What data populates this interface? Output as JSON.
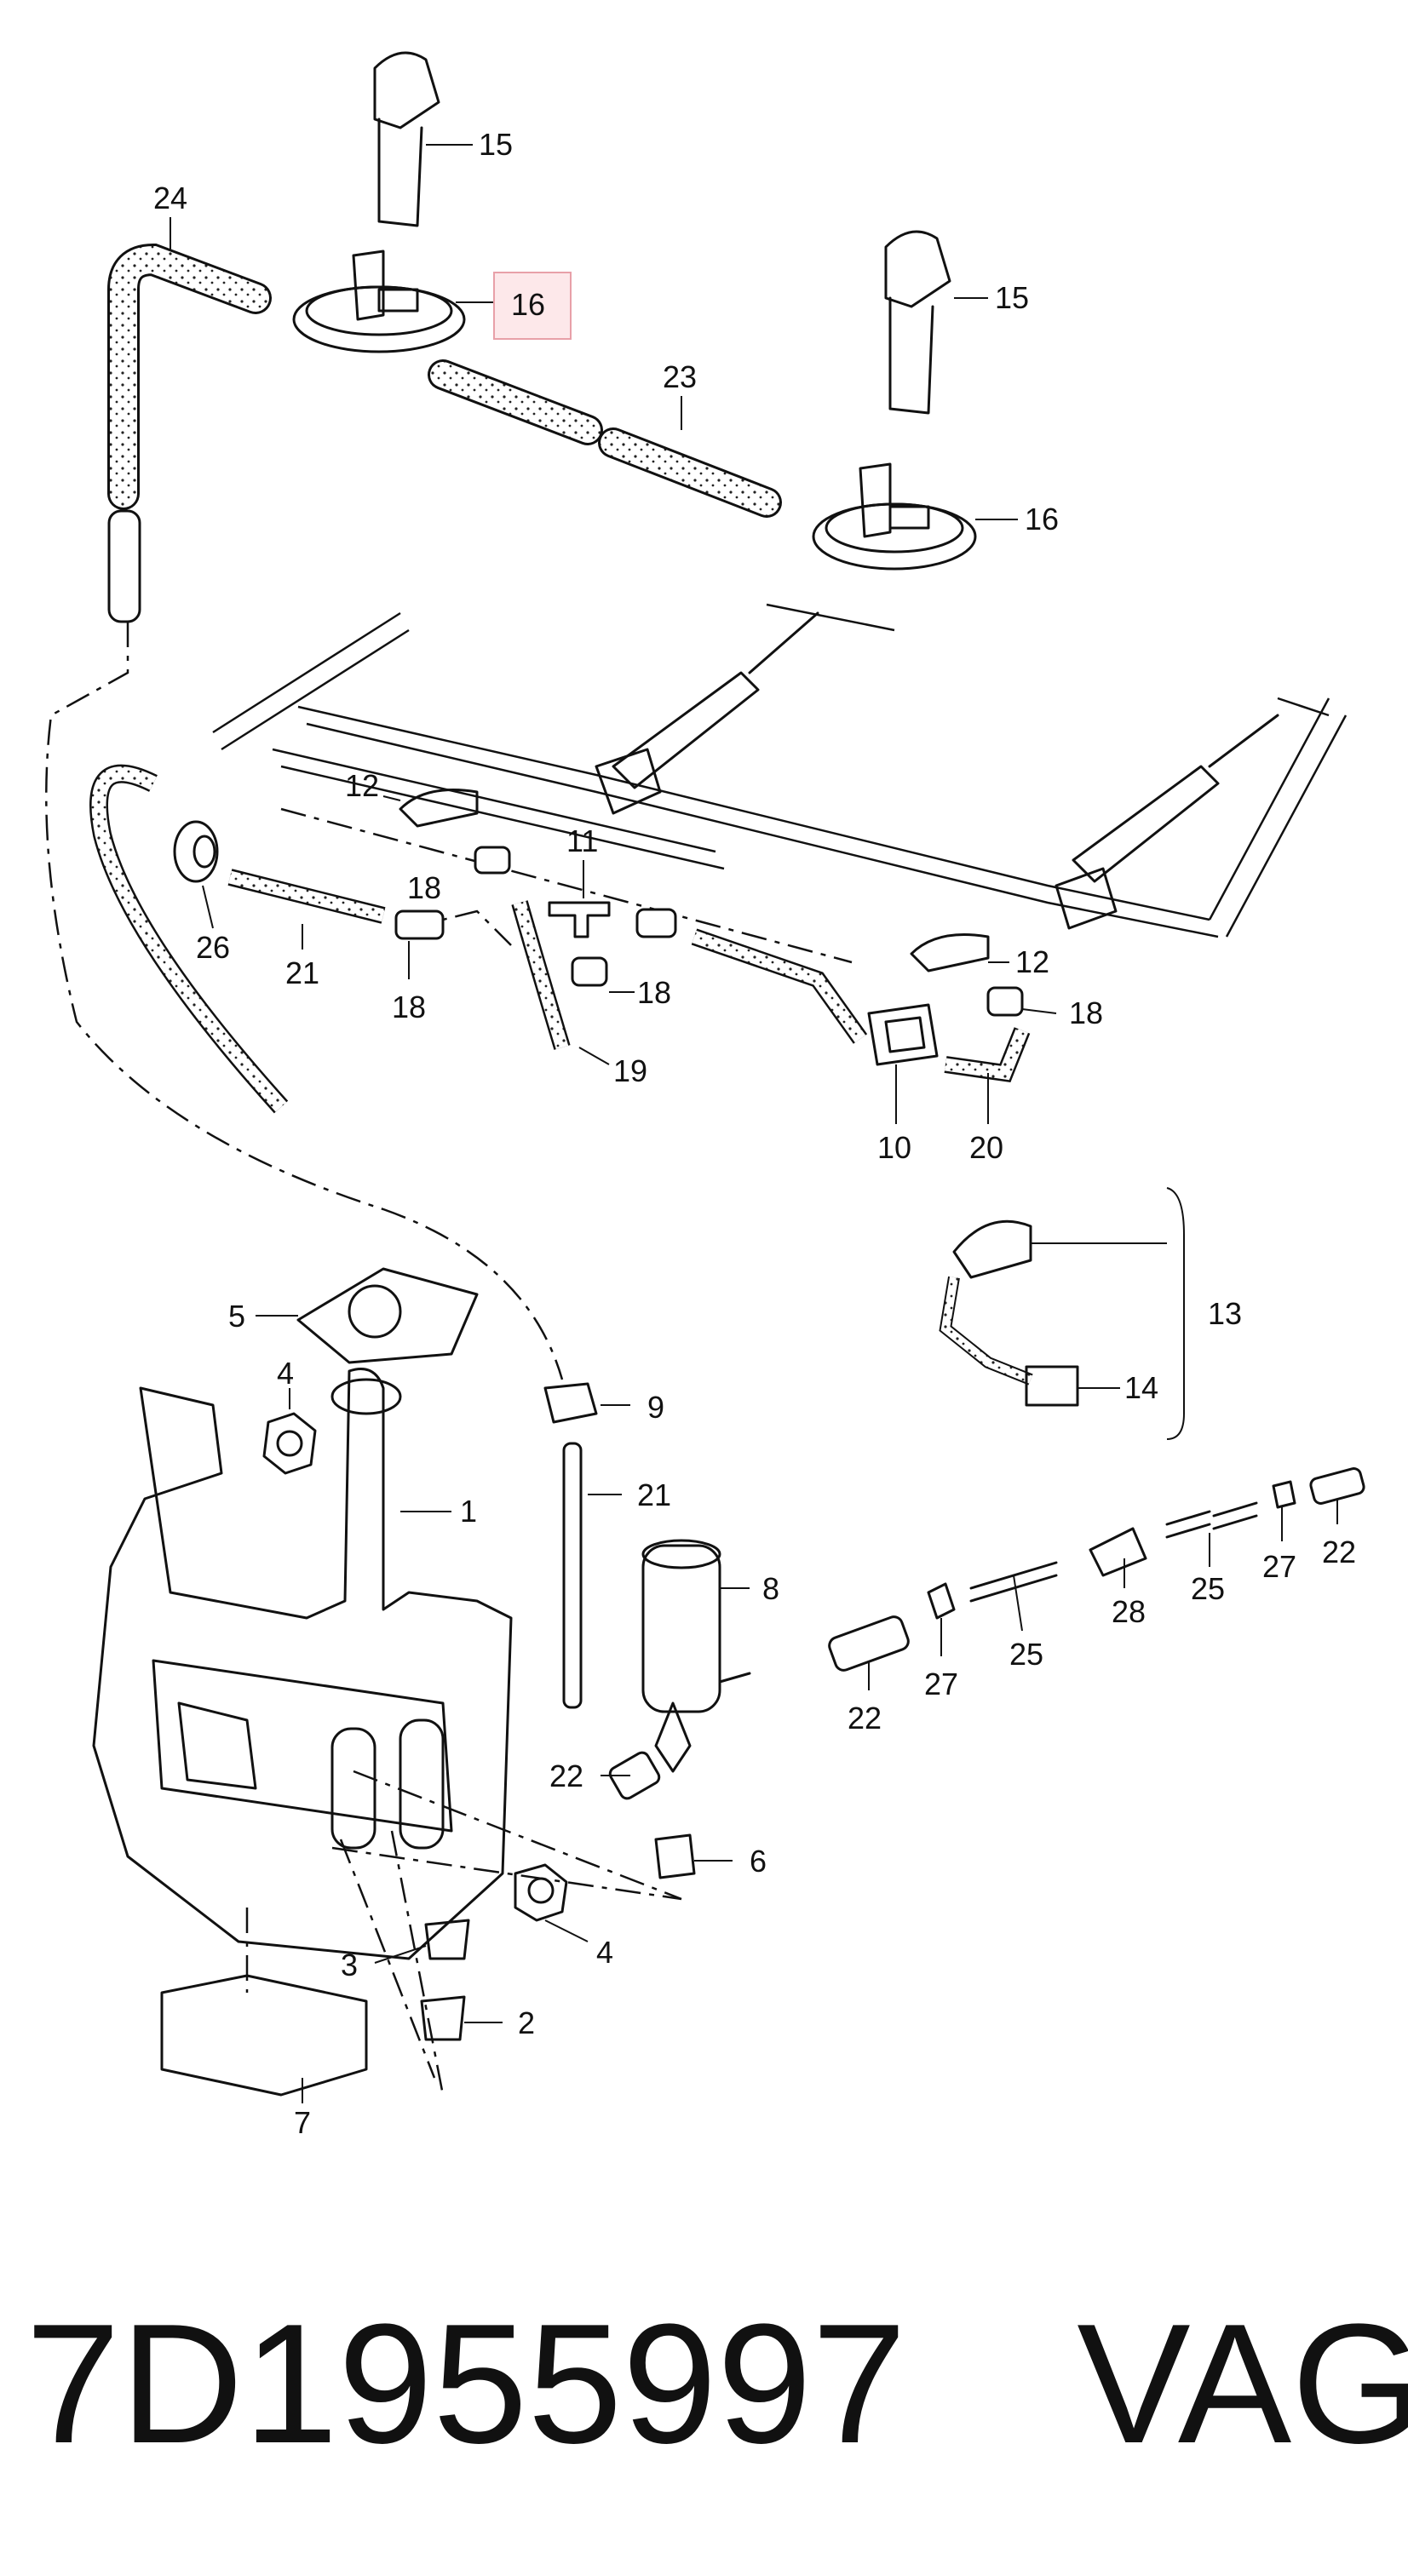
{
  "callouts": {
    "n24": "24",
    "n15a": "15",
    "n16a": "16",
    "n15b": "15",
    "n23": "23",
    "n16b": "16",
    "n12a": "12",
    "n11": "11",
    "n18a": "18",
    "n26": "26",
    "n21a": "21",
    "n18b": "18",
    "n18c": "18",
    "n19": "19",
    "n12b": "12",
    "n18d": "18",
    "n10": "10",
    "n20": "20",
    "n13": "13",
    "n14": "14",
    "n5": "5",
    "n4a": "4",
    "n9": "9",
    "n1": "1",
    "n21b": "21",
    "n8": "8",
    "n22a": "22",
    "n27a": "27",
    "n25a": "25",
    "n28": "28",
    "n25b": "25",
    "n27b": "27",
    "n22b": "22",
    "n22c": "22",
    "n6": "6",
    "n4b": "4",
    "n3": "3",
    "n2": "2",
    "n7": "7"
  },
  "highlight": {
    "color": "#e8a0a8",
    "fill": "#fde8ea"
  },
  "caption": {
    "part_number": "7D1955997",
    "brand": "VAG"
  }
}
